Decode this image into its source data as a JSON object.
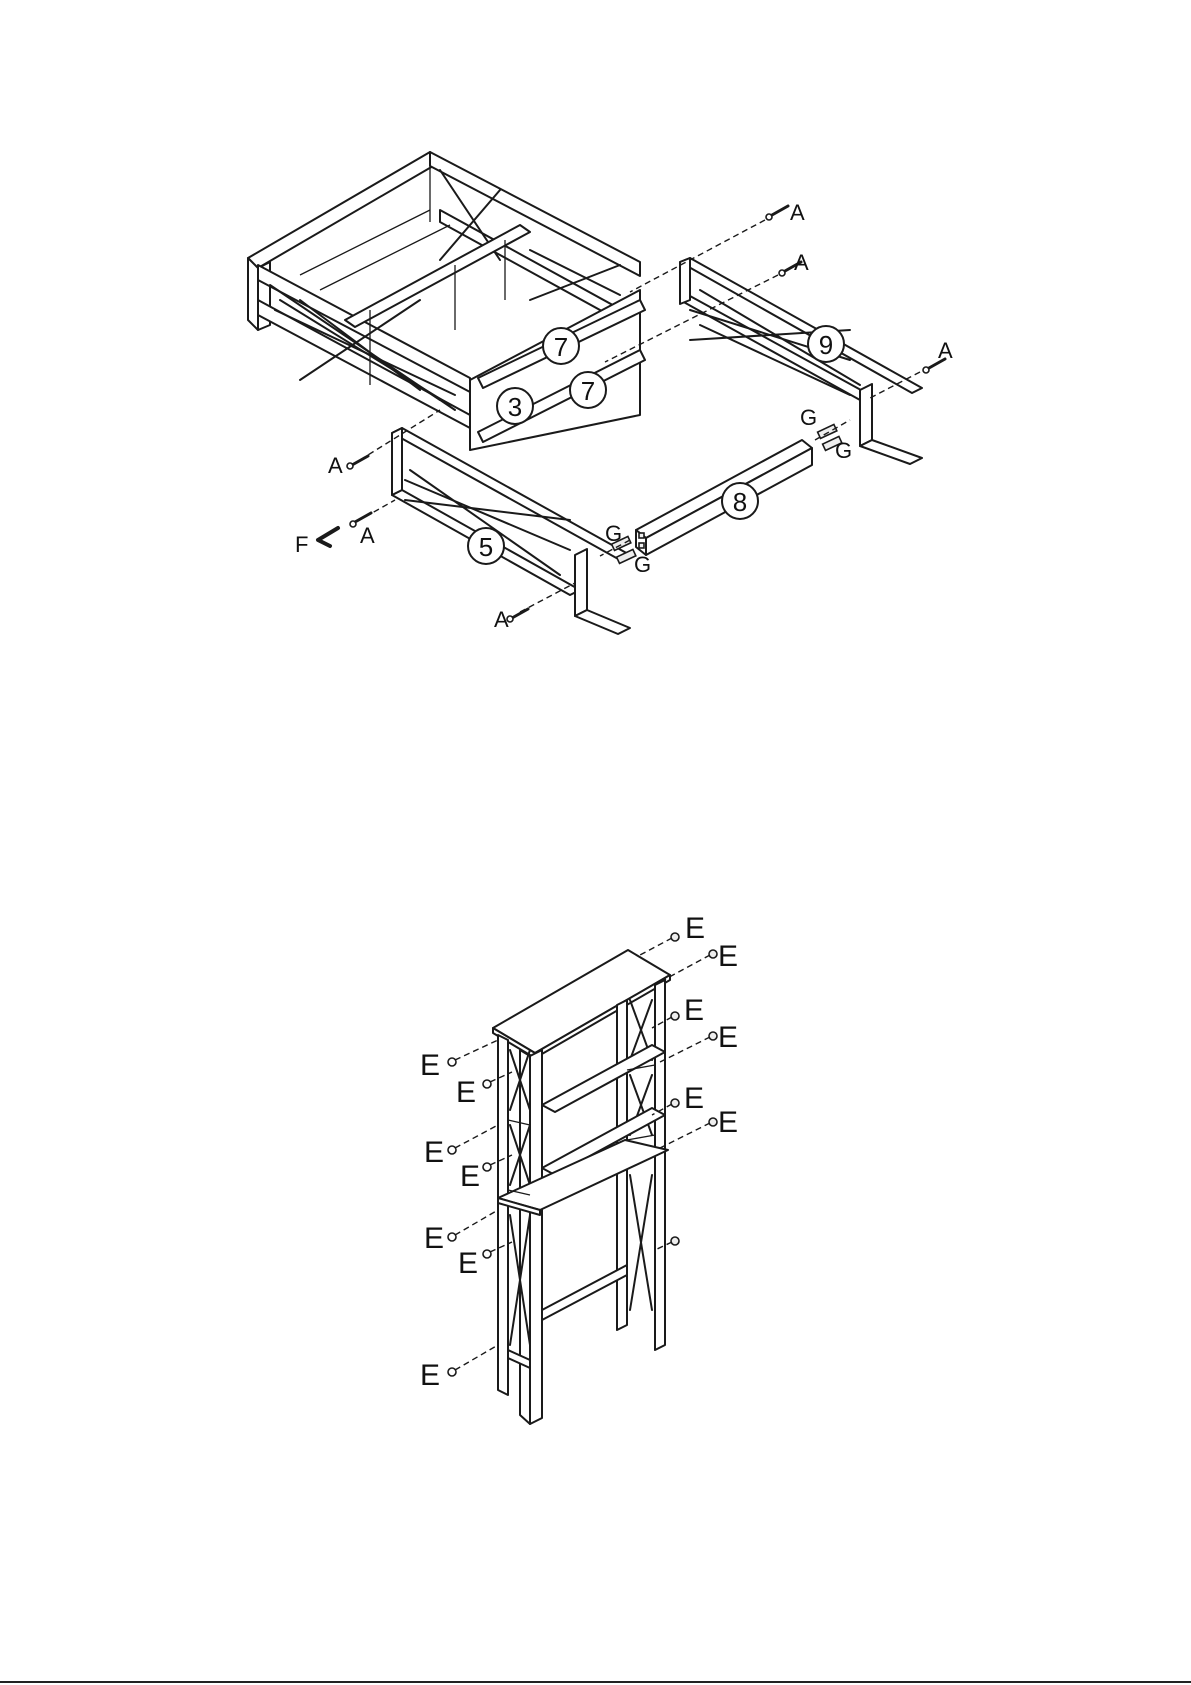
{
  "step_upper": {
    "part_numbers": [
      "7",
      "7",
      "3",
      "9",
      "5",
      "8"
    ],
    "hardware_labels": [
      "A",
      "A",
      "A",
      "A",
      "A",
      "A",
      "G",
      "G",
      "G",
      "G",
      "F"
    ]
  },
  "step_lower": {
    "hardware_labels": [
      "E",
      "E",
      "E",
      "E",
      "E",
      "E",
      "E",
      "E",
      "E",
      "E",
      "E",
      "E",
      "E"
    ]
  }
}
